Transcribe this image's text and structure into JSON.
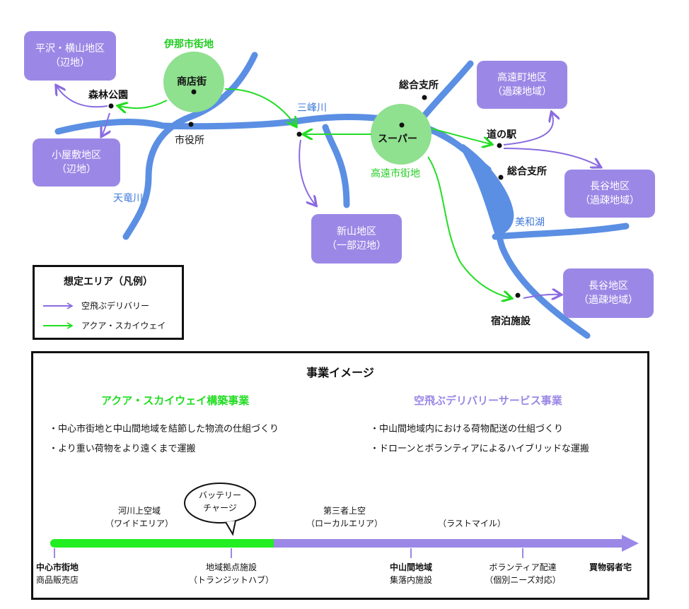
{
  "map": {
    "areas": {
      "hirasawa": [
        "平沢・横山地区",
        "（辺地）"
      ],
      "koyashiki": [
        "小屋敷地区",
        "（辺地）"
      ],
      "shinyama": [
        "新山地区",
        "（一部辺地）"
      ],
      "takatomachi": [
        "高遠町地区",
        "（過疎地域）"
      ],
      "hase1": [
        "長谷地区",
        "（過疎地域）"
      ],
      "hase2": [
        "長谷地区",
        "（過疎地域）"
      ]
    },
    "places": {
      "ina_city_center": "伊那市街地",
      "shopping_street": "商店街",
      "forest_park": "森林公園",
      "city_hall": "市役所",
      "mimine_river": "三峰川",
      "tenryu_river": "天竜川",
      "supermarket": "スーパー",
      "takato_city_center": "高遠市街地",
      "branch_office_1": "総合支所",
      "branch_office_2": "総合支所",
      "roadside_station": "道の駅",
      "miwa_lake": "美和湖",
      "lodging": "宿泊施設"
    }
  },
  "legend": {
    "title": "想定エリア（凡例）",
    "items": [
      {
        "label": "空飛ぶデリバリー",
        "color": "#8a6be0"
      },
      {
        "label": "アクア・スカイウェイ",
        "color": "#22dd22"
      }
    ]
  },
  "business": {
    "title": "事業イメージ",
    "left": {
      "heading": "アクア・スカイウェイ構築事業",
      "bullets": [
        "・中心市街地と中山間地域を結節した物流の仕組づくり",
        "・より重い荷物をより遠くまで運搬"
      ]
    },
    "right": {
      "heading": "空飛ぶデリバリーサービス事業",
      "bullets": [
        "・中山間地域内における荷物配送の仕組づくり",
        "・ドローンとボランティアによるハイブリッドな運搬"
      ]
    },
    "timeline": {
      "above": {
        "river": [
          "河川上空域",
          "（ワイドエリア）"
        ],
        "bubble": [
          "バッテリー",
          "チャージ"
        ],
        "third_party": [
          "第三者上空",
          "（ローカルエリア）"
        ],
        "last_mile": "（ラストマイル）"
      },
      "below": {
        "center": [
          "中心市街地",
          "商品販売店"
        ],
        "hub": [
          "地域拠点施設",
          "（トランジットハブ）"
        ],
        "village": [
          "中山間地域",
          "集落内施設"
        ],
        "volunteer": [
          "ボランティア配達",
          "（個別ニーズ対応）"
        ],
        "shopper": "買物弱者宅"
      }
    }
  },
  "colors": {
    "river": "#5b8fe3",
    "area": "#9b88e6",
    "green": "#22dd22",
    "purple": "#8a6be0",
    "circle": "#8fe08f"
  }
}
